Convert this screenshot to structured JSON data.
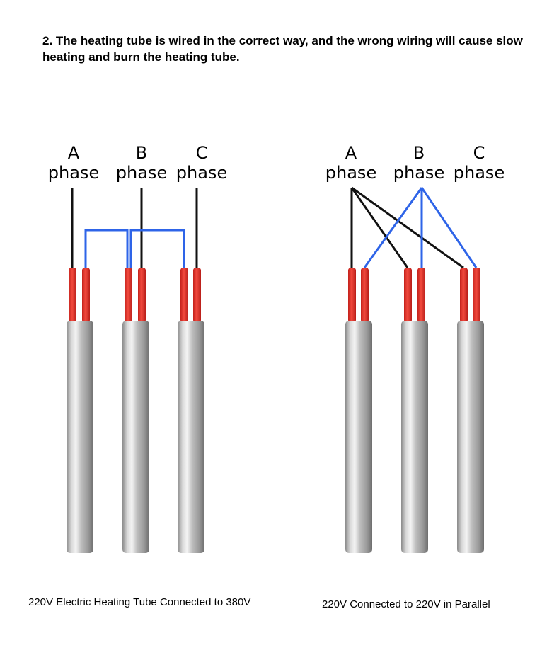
{
  "intro_text": "2. The heating tube is wired in the correct way, and the wrong wiring will cause slow heating and burn the heating tube.",
  "left_diagram": {
    "phases": [
      {
        "letter": "A",
        "word": "phase"
      },
      {
        "letter": "B",
        "word": "phase"
      },
      {
        "letter": "C",
        "word": "phase"
      }
    ],
    "caption": "220V Electric Heating Tube Connected to 380V"
  },
  "right_diagram": {
    "phases": [
      {
        "letter": "A",
        "word": "phase"
      },
      {
        "letter": "B",
        "word": "phase"
      },
      {
        "letter": "C",
        "word": "phase"
      }
    ],
    "caption": "220V Connected to 220V in Parallel"
  },
  "colors": {
    "wire_black": "#111111",
    "wire_blue": "#2e64e8",
    "lead_red": "#e8312a",
    "tube_steel": "#b9b9b9"
  }
}
